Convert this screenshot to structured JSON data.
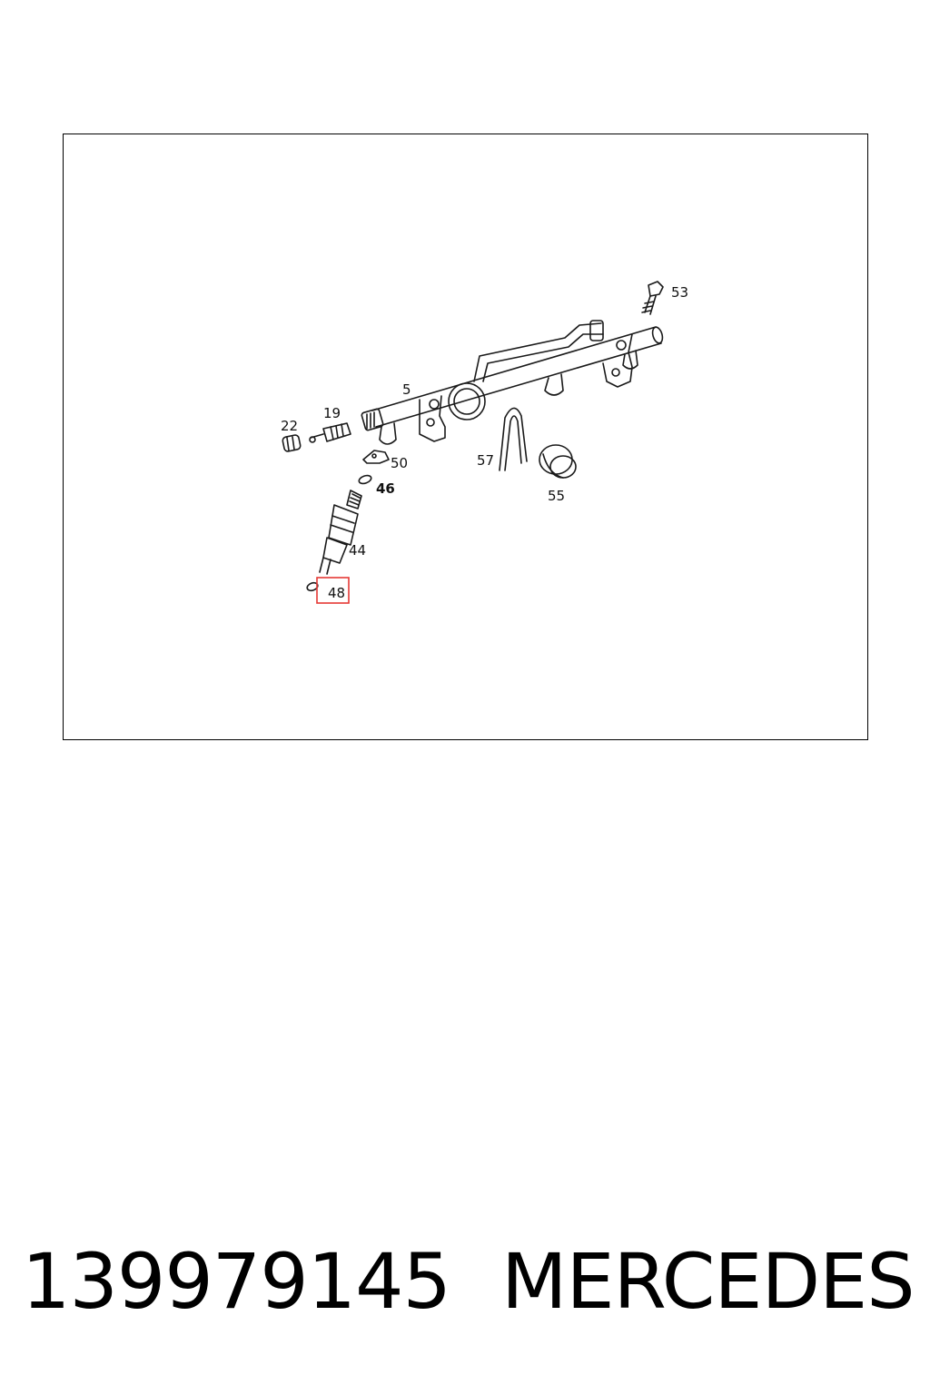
{
  "diagram": {
    "callouts": {
      "c53": "53",
      "c5": "5",
      "c19": "19",
      "c22": "22",
      "c50": "50",
      "c46": "46",
      "c57": "57",
      "c55": "55",
      "c44": "44",
      "c48": "48"
    },
    "highlighted_callout": "48",
    "highlight_color": "#e53935"
  },
  "caption": {
    "part_number": "139979145",
    "brand": "MERCEDES"
  }
}
